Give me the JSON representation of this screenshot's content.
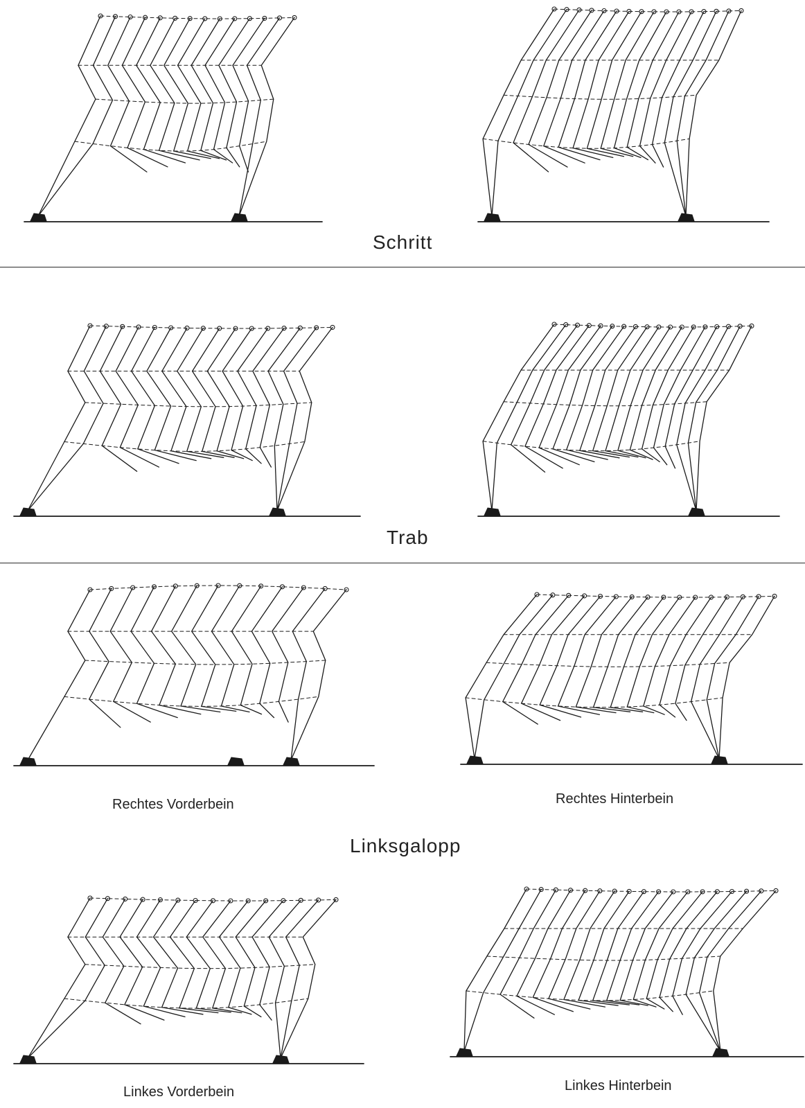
{
  "sections": [
    {
      "key": "schritt",
      "label": "Schritt"
    },
    {
      "key": "trab",
      "label": "Trab"
    },
    {
      "key": "linksgalopp",
      "label": "Linksgalopp",
      "leg_labels": {
        "right_fore": "Rechtes Vorderbein",
        "right_hind": "Rechtes Hinterbein",
        "left_fore": "Linkes Vorderbein",
        "left_hind": "Linkes Hinterbein"
      }
    }
  ],
  "line_color": "#1a1a1a"
}
